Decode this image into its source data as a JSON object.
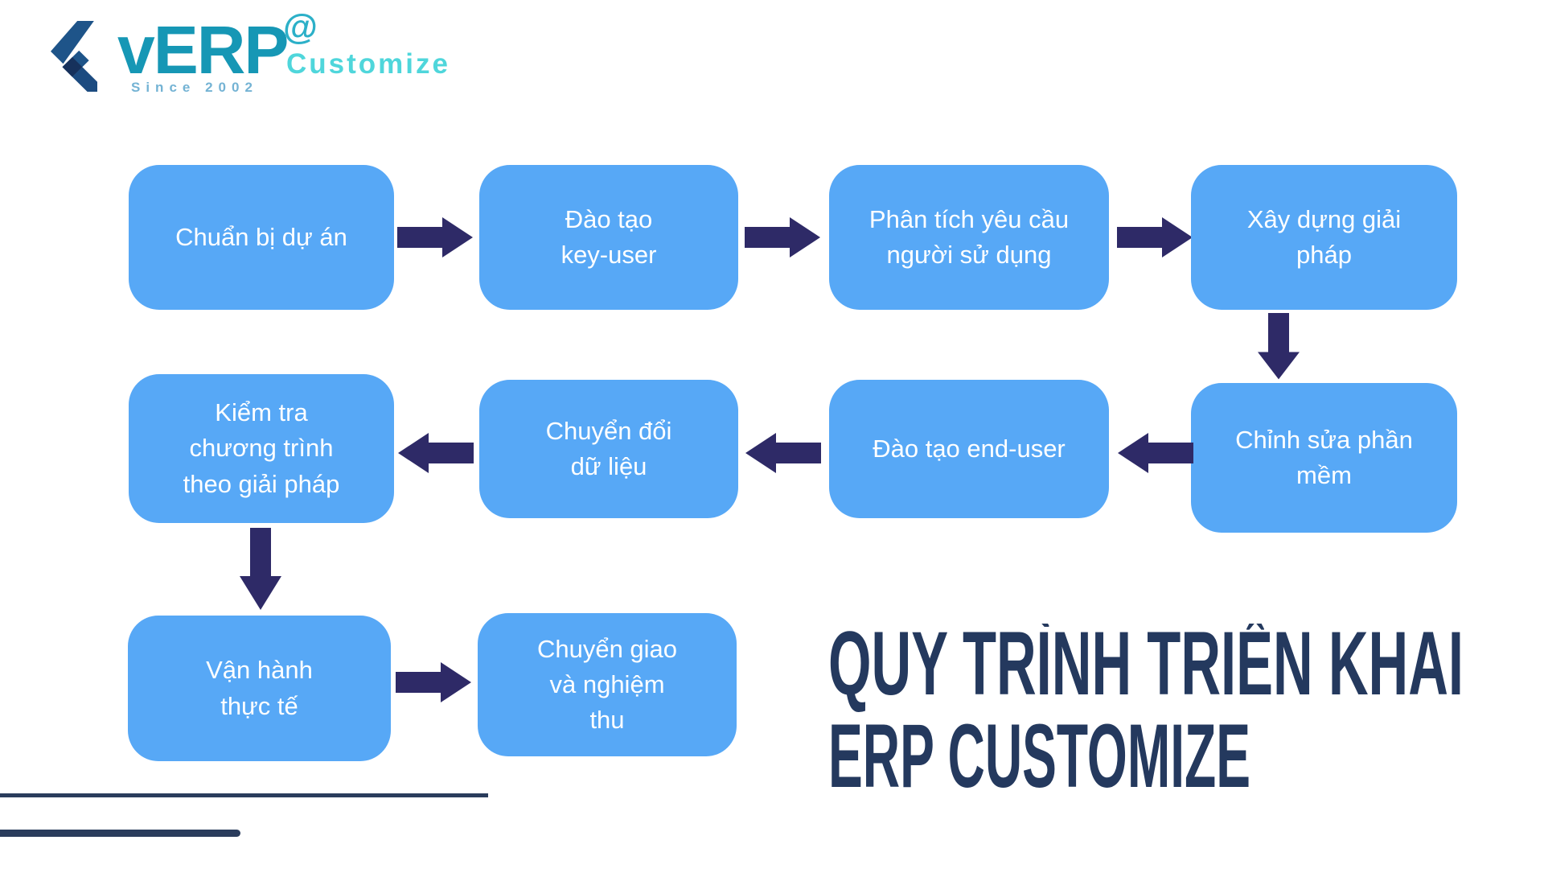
{
  "logo": {
    "brand": "vERP",
    "trademark": "@",
    "suffix": "Customize",
    "tagline": "Since 2002",
    "colors": {
      "brand_teal": "#1697B5",
      "suffix_teal": "#4FD6DB",
      "tagline_blue": "#74B3D4",
      "icon_steel_blue": "#1E5489",
      "icon_dark_navy": "#16315C"
    }
  },
  "headline": {
    "line1": "QUY TRÌNH TRIỂN KHAI",
    "line2": "ERP CUSTOMIZE",
    "color": "#24395E"
  },
  "flow": {
    "box_color": "#57A8F6",
    "box_text_color": "#FFFFFF",
    "arrow_color": "#2E2A67",
    "steps": [
      {
        "order": 1,
        "label": "Chuẩn bị dự án"
      },
      {
        "order": 2,
        "label": "Đào tạo key-user"
      },
      {
        "order": 3,
        "label": "Phân tích yêu cầu người sử dụng"
      },
      {
        "order": 4,
        "label": "Xây dựng giải pháp"
      },
      {
        "order": 5,
        "label": "Chỉnh sửa phần mềm"
      },
      {
        "order": 6,
        "label": "Đào tạo end-user"
      },
      {
        "order": 7,
        "label": "Chuyển đổi dữ liệu"
      },
      {
        "order": 8,
        "label": "Kiểm tra chương trình theo giải pháp"
      },
      {
        "order": 9,
        "label": "Vận hành thực tế"
      },
      {
        "order": 10,
        "label": "Chuyển giao và nghiệm thu"
      }
    ]
  },
  "decor": {
    "line_color": "#2A3C5C"
  }
}
